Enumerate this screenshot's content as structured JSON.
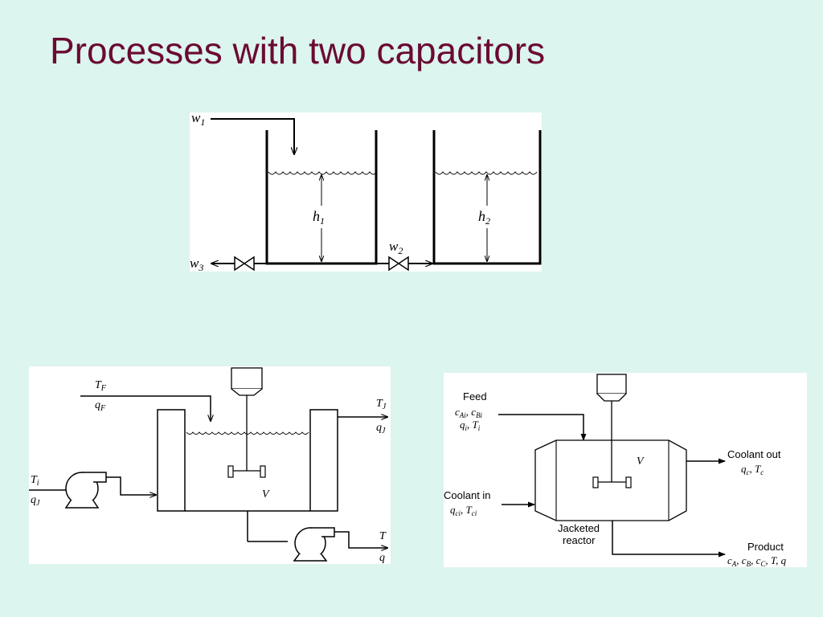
{
  "slide": {
    "title": "Processes with two capacitors"
  },
  "two_tank": {
    "w1": "w",
    "w1_sub": "1",
    "w2": "w",
    "w2_sub": "2",
    "w3": "w",
    "w3_sub": "3",
    "h1": "h",
    "h1_sub": "1",
    "h2": "h",
    "h2_sub": "2"
  },
  "jacketed_cstr": {
    "feed_T": "T",
    "feed_T_sub": "F",
    "feed_q": "q",
    "feed_q_sub": "F",
    "jacket_in_T": "T",
    "jacket_in_T_sub": "i",
    "jacket_in_q": "q",
    "jacket_in_q_sub": "J",
    "jacket_out_T": "T",
    "jacket_out_T_sub": "J",
    "jacket_out_q": "q",
    "jacket_out_q_sub": "J",
    "volume": "V",
    "product_T": "T",
    "product_q": "q"
  },
  "jacketed_reactor": {
    "feed_label": "Feed",
    "feed_conc": "c",
    "feed_conc_sub_a": "Ai",
    "feed_conc_sep": ", c",
    "feed_conc_sub_b": "Bi",
    "feed_flow": "q",
    "feed_flow_sub": "i",
    "feed_flow_sep": ", T",
    "feed_flow_sub_t": "i",
    "coolant_in_label": "Coolant in",
    "coolant_in_q": "q",
    "coolant_in_q_sub": "ci",
    "coolant_in_sep": ", T",
    "coolant_in_T_sub": "ci",
    "coolant_out_label": "Coolant out",
    "coolant_out_q": "q",
    "coolant_out_q_sub": "c",
    "coolant_out_sep": ", T",
    "coolant_out_T_sub": "c",
    "volume": "V",
    "reactor_label_1": "Jacketed",
    "reactor_label_2": "reactor",
    "product_label": "Product",
    "product_c": "c",
    "product_sub_a": "A",
    "product_sep_1": ", c",
    "product_sub_b": "B",
    "product_sep_2": ", c",
    "product_sub_c": "C",
    "product_tail": ", T, q"
  },
  "colors": {
    "background": "#dcf5ee",
    "title": "#6b0a33",
    "panel": "#ffffff",
    "ink": "#000000"
  }
}
